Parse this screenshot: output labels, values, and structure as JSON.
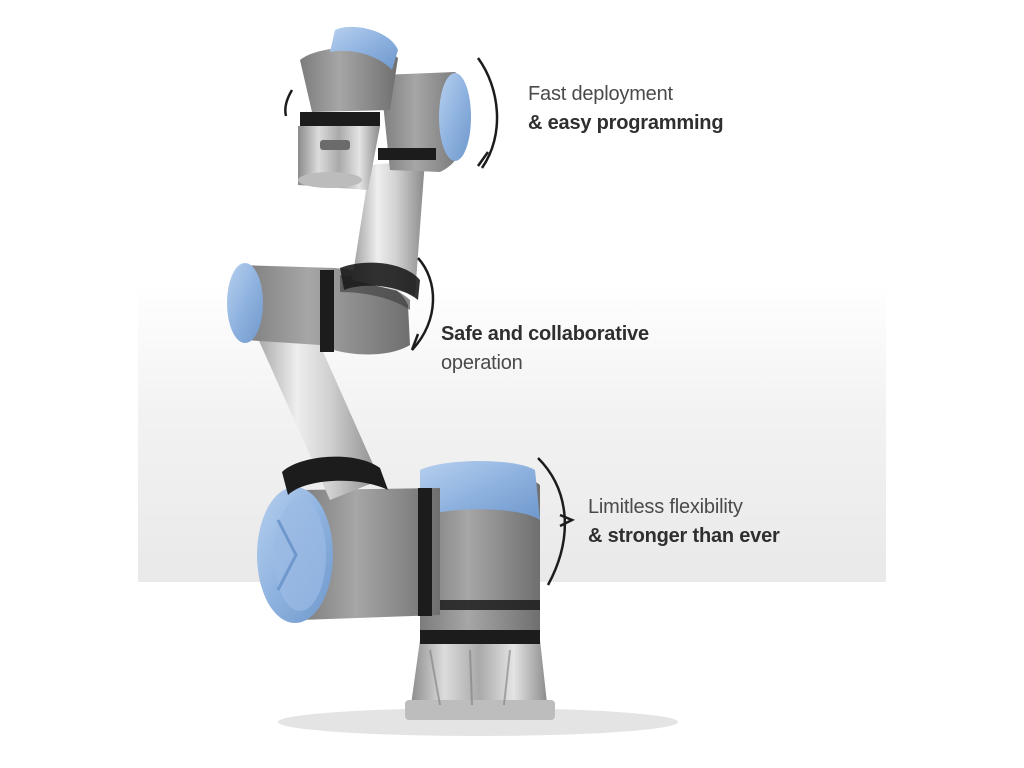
{
  "captions": {
    "deployment": {
      "line1": "Fast deployment",
      "line2": "& easy programming"
    },
    "safety": {
      "line1": "Safe and collaborative",
      "line2": "operation"
    },
    "flexibility": {
      "line1": "Limitless flexibility",
      "line2": "& stronger than ever"
    }
  },
  "colors": {
    "joint_cap": "#8fb3e0",
    "body_grey": "#8f8f8f",
    "tube_silver": "#d9d9d9",
    "ring_dark": "#1c1c1c",
    "text": "#3a3a3a"
  }
}
